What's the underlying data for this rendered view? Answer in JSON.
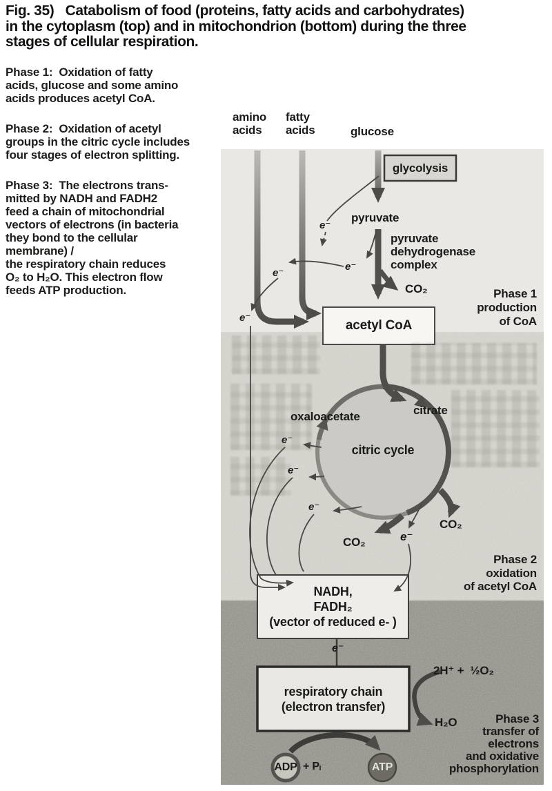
{
  "title": "Fig. 35)   Catabolism of food (proteins, fatty acids and carbohydrates)\nin the cytoplasm (top) and in mitochondrion (bottom) during the three\nstages of cellular respiration.",
  "sidebar": {
    "phase1": "Phase 1:  Oxidation of fatty\nacids, glucose and some amino\nacids produces acetyl CoA.",
    "phase2": "Phase 2:  Oxidation of acetyl\ngroups in the citric cycle includes\nfour stages of electron splitting.",
    "phase3": "Phase 3:  The electrons trans-\nmitted by NADH and FADH2\nfeed a chain of mitochondrial\nvectors of electrons (in bacteria\nthey bond to the cellular\nmembrane) /\nthe respiratory chain reduces\nO₂ to H₂O. This electron flow\nfeeds ATP production."
  },
  "diagram": {
    "inputs": {
      "amino": "amino\nacids",
      "fatty": "fatty\nacids",
      "glucose": "glucose"
    },
    "glycolysis": "glycolysis",
    "pyruvate": "pyruvate",
    "pdh": "pyruvate\ndehydrogenase\ncomplex",
    "co2": "CO₂",
    "electron": "e⁻",
    "acetyl_coa": "acetyl CoA",
    "oxaloacetate": "oxaloacetate",
    "citrate": "citrate",
    "citric_cycle": "citric cycle",
    "nadh_box": "NADH,\nFADH₂\n(vector of reduced e- )",
    "resp_box": "respiratory chain\n(electron transfer)",
    "reaction_in": "2H⁺ +  ½O₂",
    "reaction_out": "H₂O",
    "adp": "ADP",
    "plus_pi": "+ Pᵢ",
    "atp": "ATP",
    "phase1_label": "Phase 1\nproduction\nof CoA",
    "phase2_label": "Phase 2\noxidation\nof acetyl CoA",
    "phase3_label": "Phase 3\ntransfer of\nelectrons\nand oxidative\nphosphorylation"
  },
  "colors": {
    "panel_cytoplasm": "#e9e8e4",
    "panel_matrix": "#dbd9d3",
    "panel_mitochondrion": "#a8a6a0",
    "arrow_dark": "#4e4c49",
    "ring": "#6e6d68",
    "text": "#1a1a18",
    "box_fill": "#f0eeea",
    "atp_fill": "#6e6b65",
    "adp_fill": "#c9c6c0"
  }
}
